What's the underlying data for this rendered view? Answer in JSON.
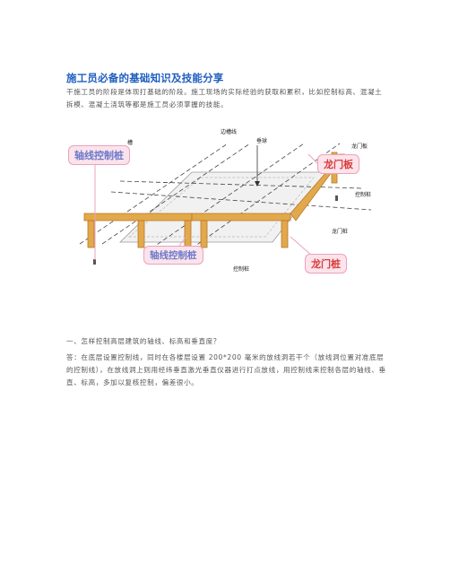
{
  "document": {
    "title": "施工员必备的基础知识及技能分享",
    "intro": "干施工员的阶段是体现打基础的阶段。施工现场的实际经验的获取和累积，比如控制标高、混凝土拆模、混凝土浇筑等都是施工员必须掌握的技能。",
    "question1": "一、怎样控制高层建筑的轴线、标高和垂直度？",
    "answer1": "答：在底层设置控制线，同时在各楼层设置 200*200 毫米的放线洞若干个（放线洞位置对准底层的控制线），在放线洞上则用经纬垂直激光垂直仪器进行打点放线，用控制线来控制各层的轴线、垂直、标高，多加以复核控制，偏差很小。"
  },
  "figure": {
    "callouts": {
      "axis_pile_top": "轴线控制桩",
      "axis_pile_bottom": "轴线控制桩",
      "batter_board": "龙门板",
      "batter_post": "龙门桩"
    },
    "labels": {
      "edge_control_line": "边槽线",
      "plumb": "垂球",
      "batter_board_small": "龙门板",
      "control_pile_right": "控制桩",
      "batter_post_small": "龙门桩",
      "control_pile_bottom": "控制桩",
      "groove": "槽"
    },
    "colors": {
      "wood": "#e2a94a",
      "wood_dark": "#b9762a",
      "title_blue": "#1f5fbf",
      "callout_red": "#d43c3c",
      "callout_blue": "#6c79c9"
    }
  }
}
